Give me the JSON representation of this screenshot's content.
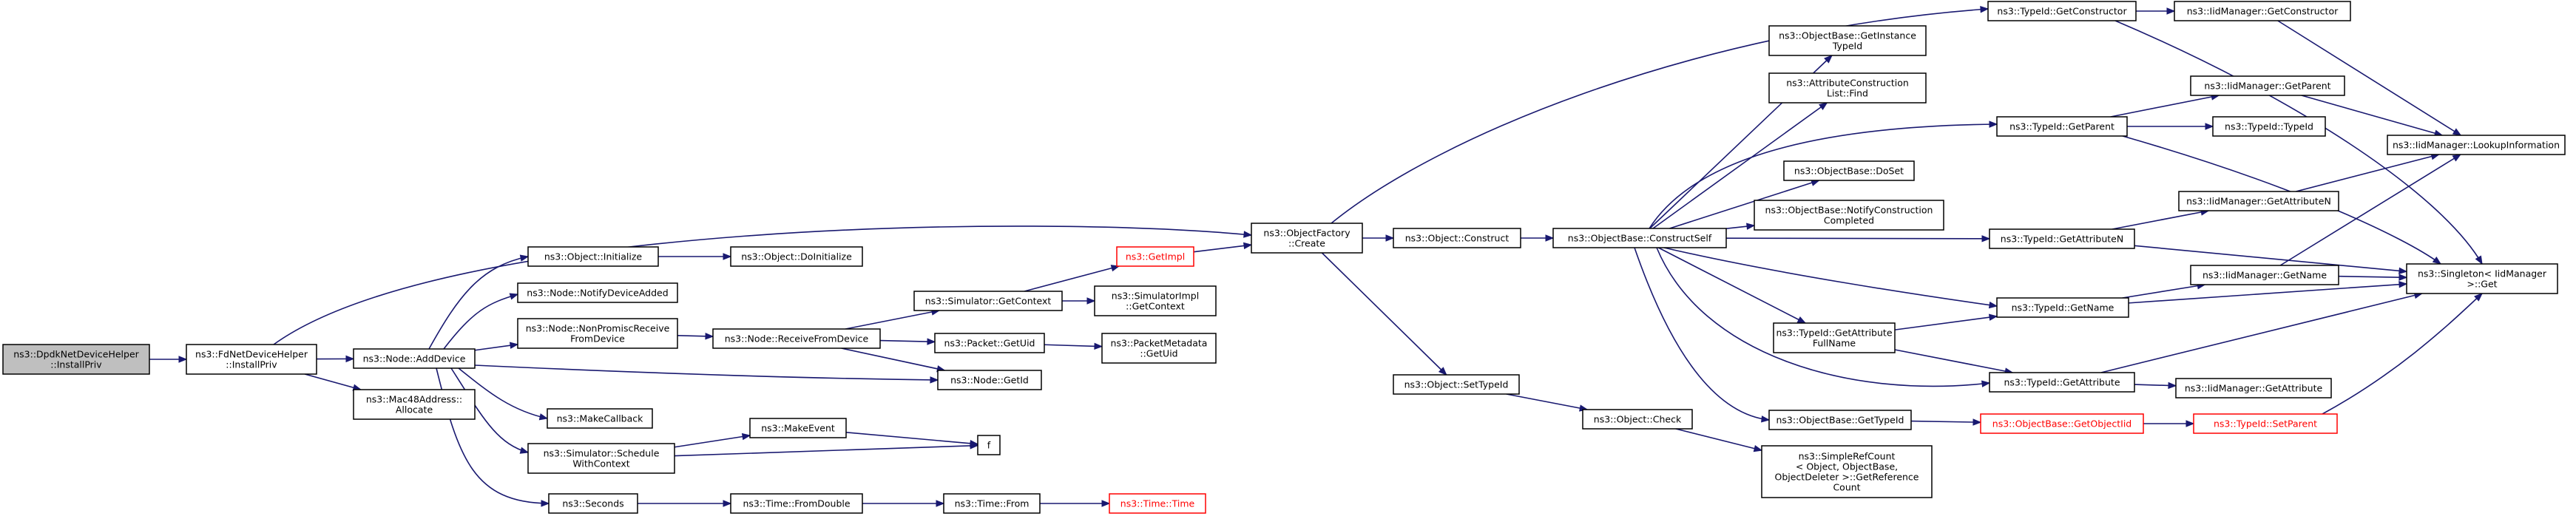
{
  "nodes": {
    "dpdk": [
      "ns3::DpdkNetDeviceHelper",
      "::InstallPriv"
    ],
    "fdhelper": [
      "ns3::FdNetDeviceHelper",
      "::InstallPriv"
    ],
    "adddevice": [
      "ns3::Node::AddDevice"
    ],
    "mac48": [
      "ns3::Mac48Address::",
      "Allocate"
    ],
    "objinit": [
      "ns3::Object::Initialize"
    ],
    "objdoinit": [
      "ns3::Object::DoInitialize"
    ],
    "notifyadded": [
      "ns3::Node::NotifyDeviceAdded"
    ],
    "nonprom": [
      "ns3::Node::NonPromiscReceive",
      "FromDevice"
    ],
    "recvfrom": [
      "ns3::Node::ReceiveFromDevice"
    ],
    "simctx": [
      "ns3::Simulator::GetContext"
    ],
    "simimplctx": [
      "ns3::SimulatorImpl",
      "::GetContext"
    ],
    "getimpl": [
      "ns3::GetImpl"
    ],
    "pktuid": [
      "ns3::Packet::GetUid"
    ],
    "pktmeta": [
      "ns3::PacketMetadata",
      "::GetUid"
    ],
    "nodegetid": [
      "ns3::Node::GetId"
    ],
    "makecb": [
      "ns3::MakeCallback"
    ],
    "schedctx": [
      "ns3::Simulator::Schedule",
      "WithContext"
    ],
    "makeevent": [
      "ns3::MakeEvent"
    ],
    "f": [
      "f"
    ],
    "seconds": [
      "ns3::Seconds"
    ],
    "fromdouble": [
      "ns3::Time::FromDouble"
    ],
    "timefrom": [
      "ns3::Time::From"
    ],
    "timetime": [
      "ns3::Time::Time"
    ],
    "objfactory": [
      "ns3::ObjectFactory",
      "::Create"
    ],
    "objconstruct": [
      "ns3::Object::Construct"
    ],
    "settypeid": [
      "ns3::Object::SetTypeId"
    ],
    "objcheck": [
      "ns3::Object::Check"
    ],
    "simplerefcount": [
      "ns3::SimpleRefCount",
      "< Object, ObjectBase,",
      "ObjectDeleter >::GetReference",
      "Count"
    ],
    "constructself": [
      "ns3::ObjectBase::ConstructSelf"
    ],
    "getinstance": [
      "ns3::ObjectBase::GetInstance",
      "TypeId"
    ],
    "attrconstr": [
      "ns3::AttributeConstruction",
      "List::Find"
    ],
    "doset": [
      "ns3::ObjectBase::DoSet"
    ],
    "notifyconstr": [
      "ns3::ObjectBase::NotifyConstruction",
      "Completed"
    ],
    "attrfullname": [
      "ns3::TypeId::GetAttribute",
      "FullName"
    ],
    "basegettypeid": [
      "ns3::ObjectBase::GetTypeId"
    ],
    "getobjectiid": [
      "ns3::ObjectBase::GetObjectIid"
    ],
    "tidsetparent": [
      "ns3::TypeId::SetParent"
    ],
    "tidgetconstructor": [
      "ns3::TypeId::GetConstructor"
    ],
    "iidgetconstructor": [
      "ns3::IidManager::GetConstructor"
    ],
    "tidgetparent": [
      "ns3::TypeId::GetParent"
    ],
    "iidgetparent": [
      "ns3::IidManager::GetParent"
    ],
    "tidtypeid": [
      "ns3::TypeId::TypeId"
    ],
    "iidlookup": [
      "ns3::IidManager::LookupInformation"
    ],
    "tidgetattrn": [
      "ns3::TypeId::GetAttributeN"
    ],
    "iidgetattrn": [
      "ns3::IidManager::GetAttributeN"
    ],
    "tidgetname": [
      "ns3::TypeId::GetName"
    ],
    "iidgetname": [
      "ns3::IidManager::GetName"
    ],
    "tidgetattr": [
      "ns3::TypeId::GetAttribute"
    ],
    "iidgetattr": [
      "ns3::IidManager::GetAttribute"
    ],
    "singleton": [
      "ns3::Singleton< IidManager",
      ">::Get"
    ]
  }
}
